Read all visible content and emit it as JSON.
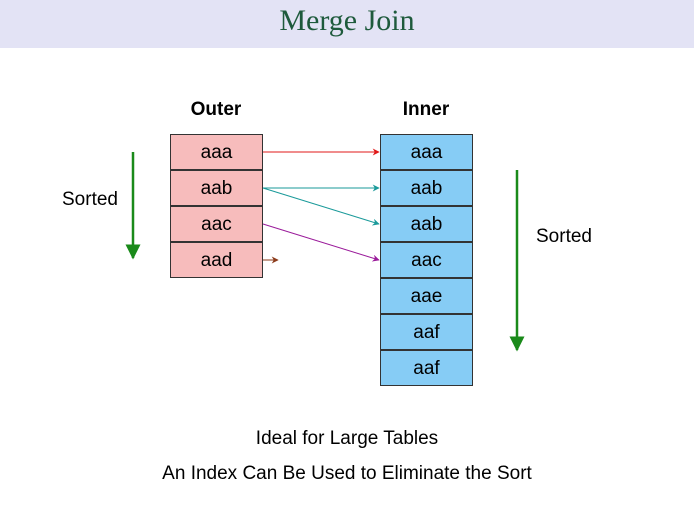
{
  "title": "Merge Join",
  "outer": {
    "header": "Outer",
    "rows": [
      "aaa",
      "aab",
      "aac",
      "aad"
    ],
    "sorted_label": "Sorted"
  },
  "inner": {
    "header": "Inner",
    "rows": [
      "aaa",
      "aab",
      "aab",
      "aac",
      "aae",
      "aaf",
      "aaf"
    ],
    "sorted_label": "Sorted"
  },
  "connections": [
    {
      "from": 0,
      "to": 0,
      "color": "#e01818"
    },
    {
      "from": 1,
      "to": 1,
      "color": "#1a9a9a"
    },
    {
      "from": 1,
      "to": 2,
      "color": "#1a9a9a"
    },
    {
      "from": 2,
      "to": 3,
      "color": "#9a1a9a"
    },
    {
      "from": 3,
      "to": null,
      "color": "#8b3a1a"
    }
  ],
  "sort_arrow_color": "#1a8a1a",
  "captions": [
    "Ideal for Large Tables",
    "An Index Can Be Used to Eliminate the Sort"
  ]
}
